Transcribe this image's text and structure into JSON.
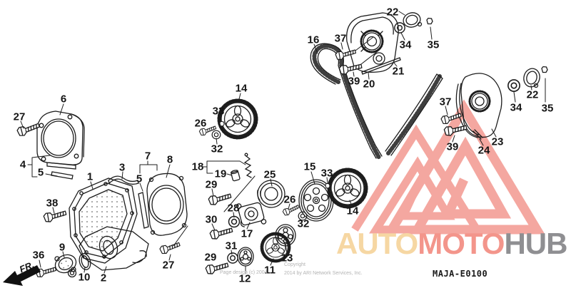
{
  "diagram_code": "MAJA-E0100",
  "front_marker": "FR.",
  "watermark": {
    "brand_part1": "AUTO",
    "brand_part2": "MOTO",
    "brand_part3": "HUB",
    "part1_color": "#f6d7a3",
    "part2_color": "#f3958b",
    "part3_color": "#8f8f92",
    "triangle_color": "#f4a098"
  },
  "copyright": {
    "line1": "Copyright",
    "line2": "Page design (c) 2004",
    "line3": "2014 by ARI Network Services, Inc."
  },
  "line_art_color": "#1c1c1c",
  "callouts": [
    "6",
    "27",
    "4",
    "5",
    "1",
    "3",
    "7",
    "5",
    "8",
    "38",
    "36",
    "9",
    "10",
    "2",
    "27",
    "14",
    "33",
    "26",
    "32",
    "18",
    "19",
    "29",
    "25",
    "28",
    "30",
    "17",
    "31",
    "29",
    "12",
    "11",
    "13",
    "26",
    "32",
    "15",
    "33",
    "14",
    "16",
    "37",
    "39",
    "20",
    "21",
    "22",
    "34",
    "35",
    "37",
    "39",
    "24",
    "23",
    "22",
    "34",
    "35"
  ]
}
